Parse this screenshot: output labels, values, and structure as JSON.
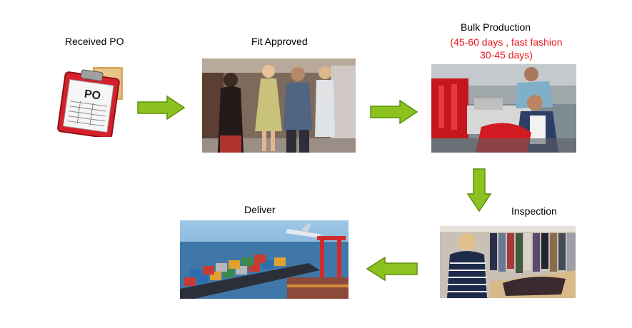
{
  "steps": {
    "received_po": {
      "label": "Received PO",
      "badge": "PO"
    },
    "fit_approved": {
      "label": "Fit Approved"
    },
    "bulk_production": {
      "label": "Bulk Production",
      "note_line1": "(45-60 days , fast fashion",
      "note_line2": "30-45 days)"
    },
    "inspection": {
      "label": "Inspection"
    },
    "deliver": {
      "label": "Deliver"
    }
  },
  "colors": {
    "arrow_fill": "#8cc21f",
    "arrow_stroke": "#5e8f0c",
    "note_text": "#e8171f",
    "clipboard_red": "#d8202a"
  },
  "icons": {
    "clipboard": "clipboard-po-icon",
    "arrow": "arrow-icon"
  }
}
